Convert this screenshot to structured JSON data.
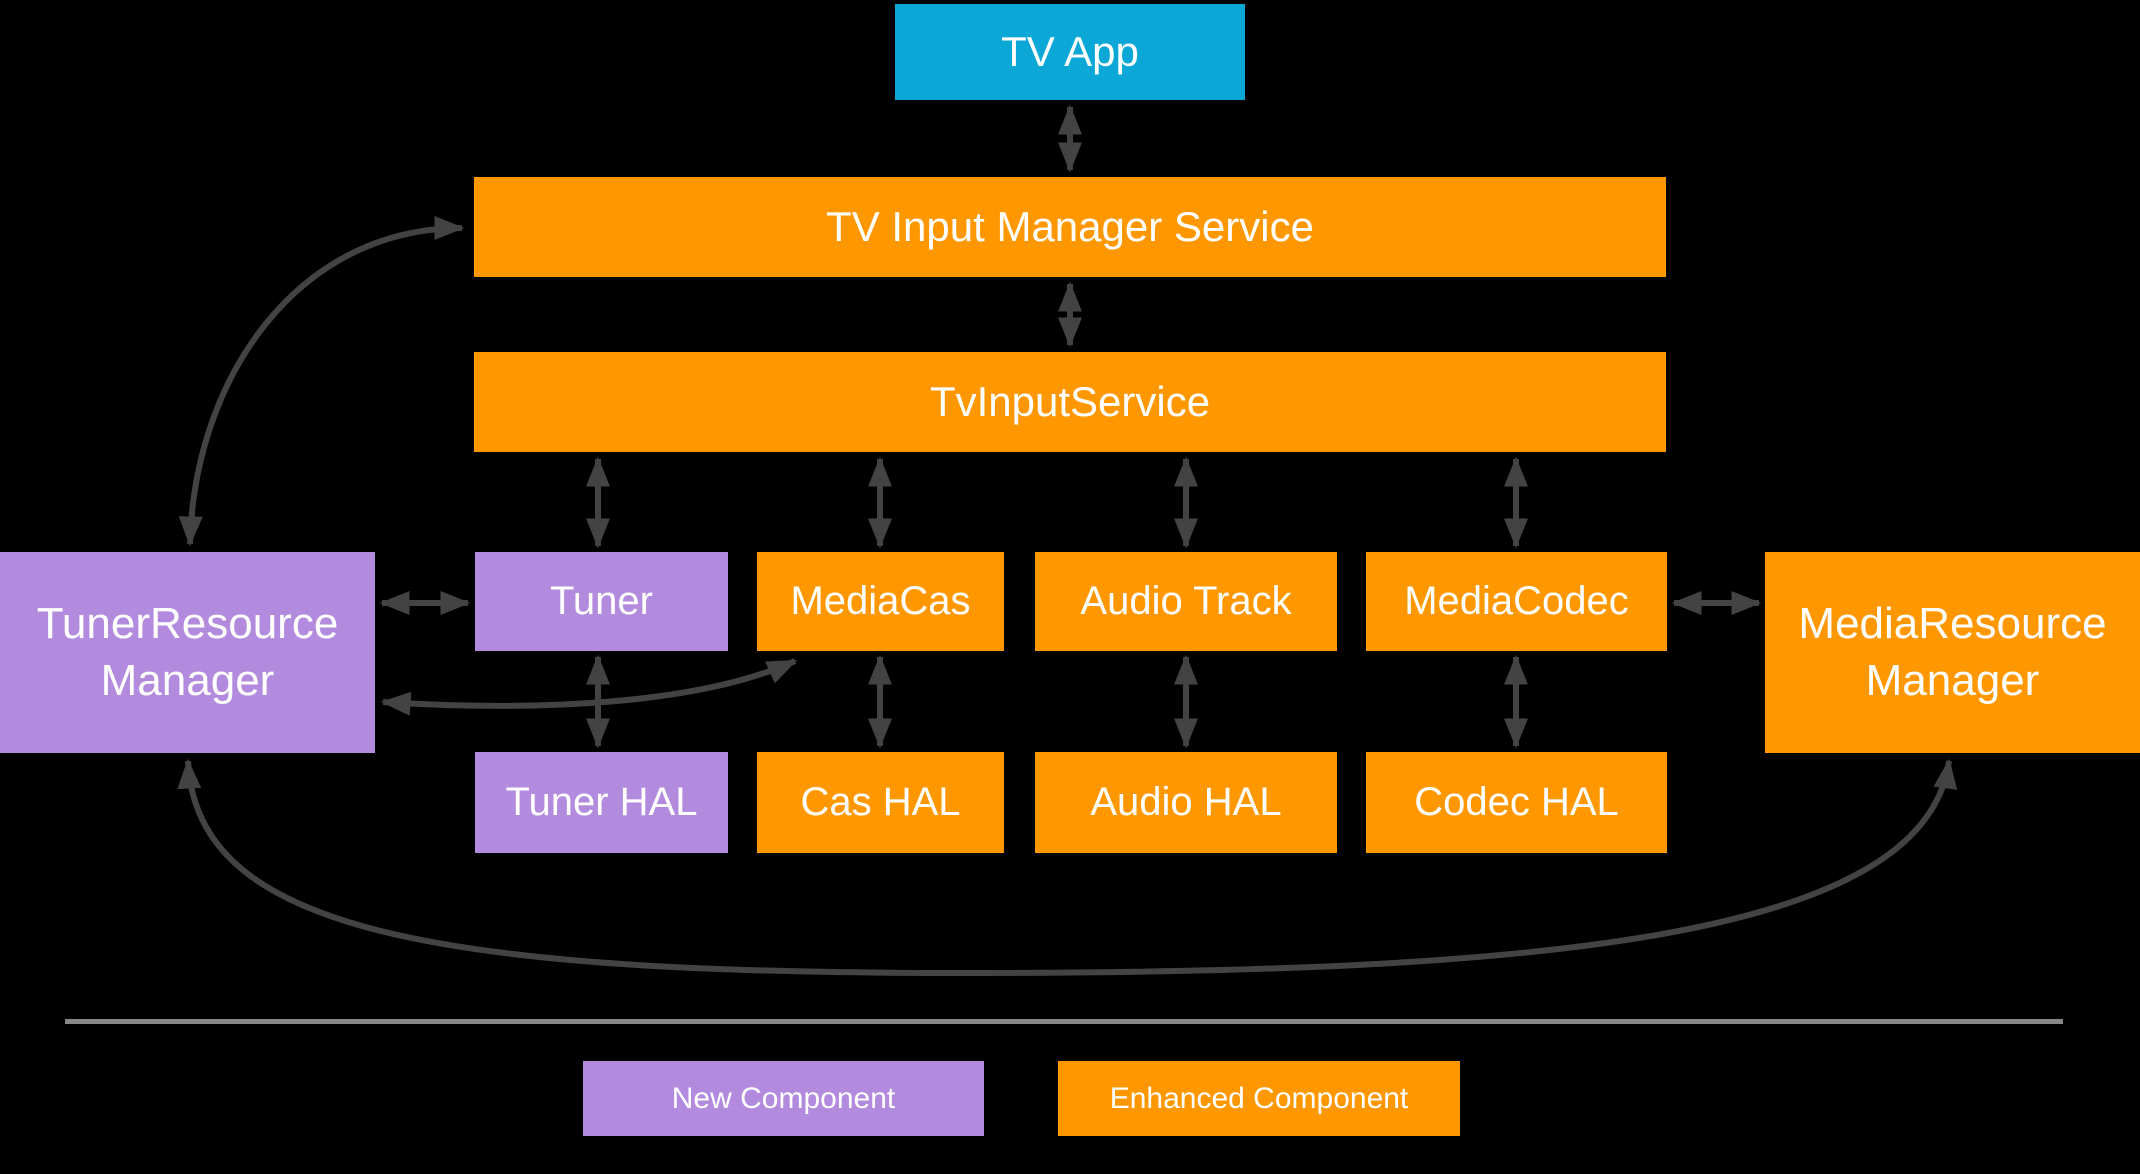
{
  "nodes": {
    "tv_app": {
      "label": "TV App",
      "type": "app"
    },
    "tims": {
      "label": "TV Input Manager Service",
      "type": "enhanced"
    },
    "tvinputservice": {
      "label": "TvInputService",
      "type": "enhanced"
    },
    "trm": {
      "label": "TunerResource Manager",
      "type": "new"
    },
    "tuner": {
      "label": "Tuner",
      "type": "new"
    },
    "mediacas": {
      "label": "MediaCas",
      "type": "enhanced"
    },
    "audiotrack": {
      "label": "Audio Track",
      "type": "enhanced"
    },
    "mediacodec": {
      "label": "MediaCodec",
      "type": "enhanced"
    },
    "mrm": {
      "label": "MediaResource Manager",
      "type": "enhanced"
    },
    "tuner_hal": {
      "label": "Tuner HAL",
      "type": "new"
    },
    "cas_hal": {
      "label": "Cas HAL",
      "type": "enhanced"
    },
    "audio_hal": {
      "label": "Audio HAL",
      "type": "enhanced"
    },
    "codec_hal": {
      "label": "Codec HAL",
      "type": "enhanced"
    }
  },
  "connections": [
    "TV App <-> TV Input Manager Service",
    "TV Input Manager Service <-> TvInputService",
    "TvInputService <-> Tuner",
    "TvInputService <-> MediaCas",
    "TvInputService <-> Audio Track",
    "TvInputService <-> MediaCodec",
    "Tuner <-> Tuner HAL",
    "MediaCas <-> Cas HAL",
    "Audio Track <-> Audio HAL",
    "MediaCodec <-> Codec HAL",
    "TunerResourceManager <-> Tuner",
    "MediaCodec <-> MediaResourceManager",
    "TunerResourceManager <-> TV Input Manager Service (curved)",
    "TunerResourceManager <-> MediaCas (curved)",
    "TunerResourceManager <-> MediaResourceManager (curved)"
  ],
  "legend": {
    "items": [
      {
        "label": "New Component",
        "type": "new"
      },
      {
        "label": "Enhanced Component",
        "type": "enhanced"
      }
    ]
  },
  "colors": {
    "background": "#000000",
    "app": "#0ba7d7",
    "new_component": "#b28ade",
    "enhanced_component": "#ff9800",
    "arrow": "#434343",
    "divider": "#888888",
    "text": "#ffffff"
  }
}
